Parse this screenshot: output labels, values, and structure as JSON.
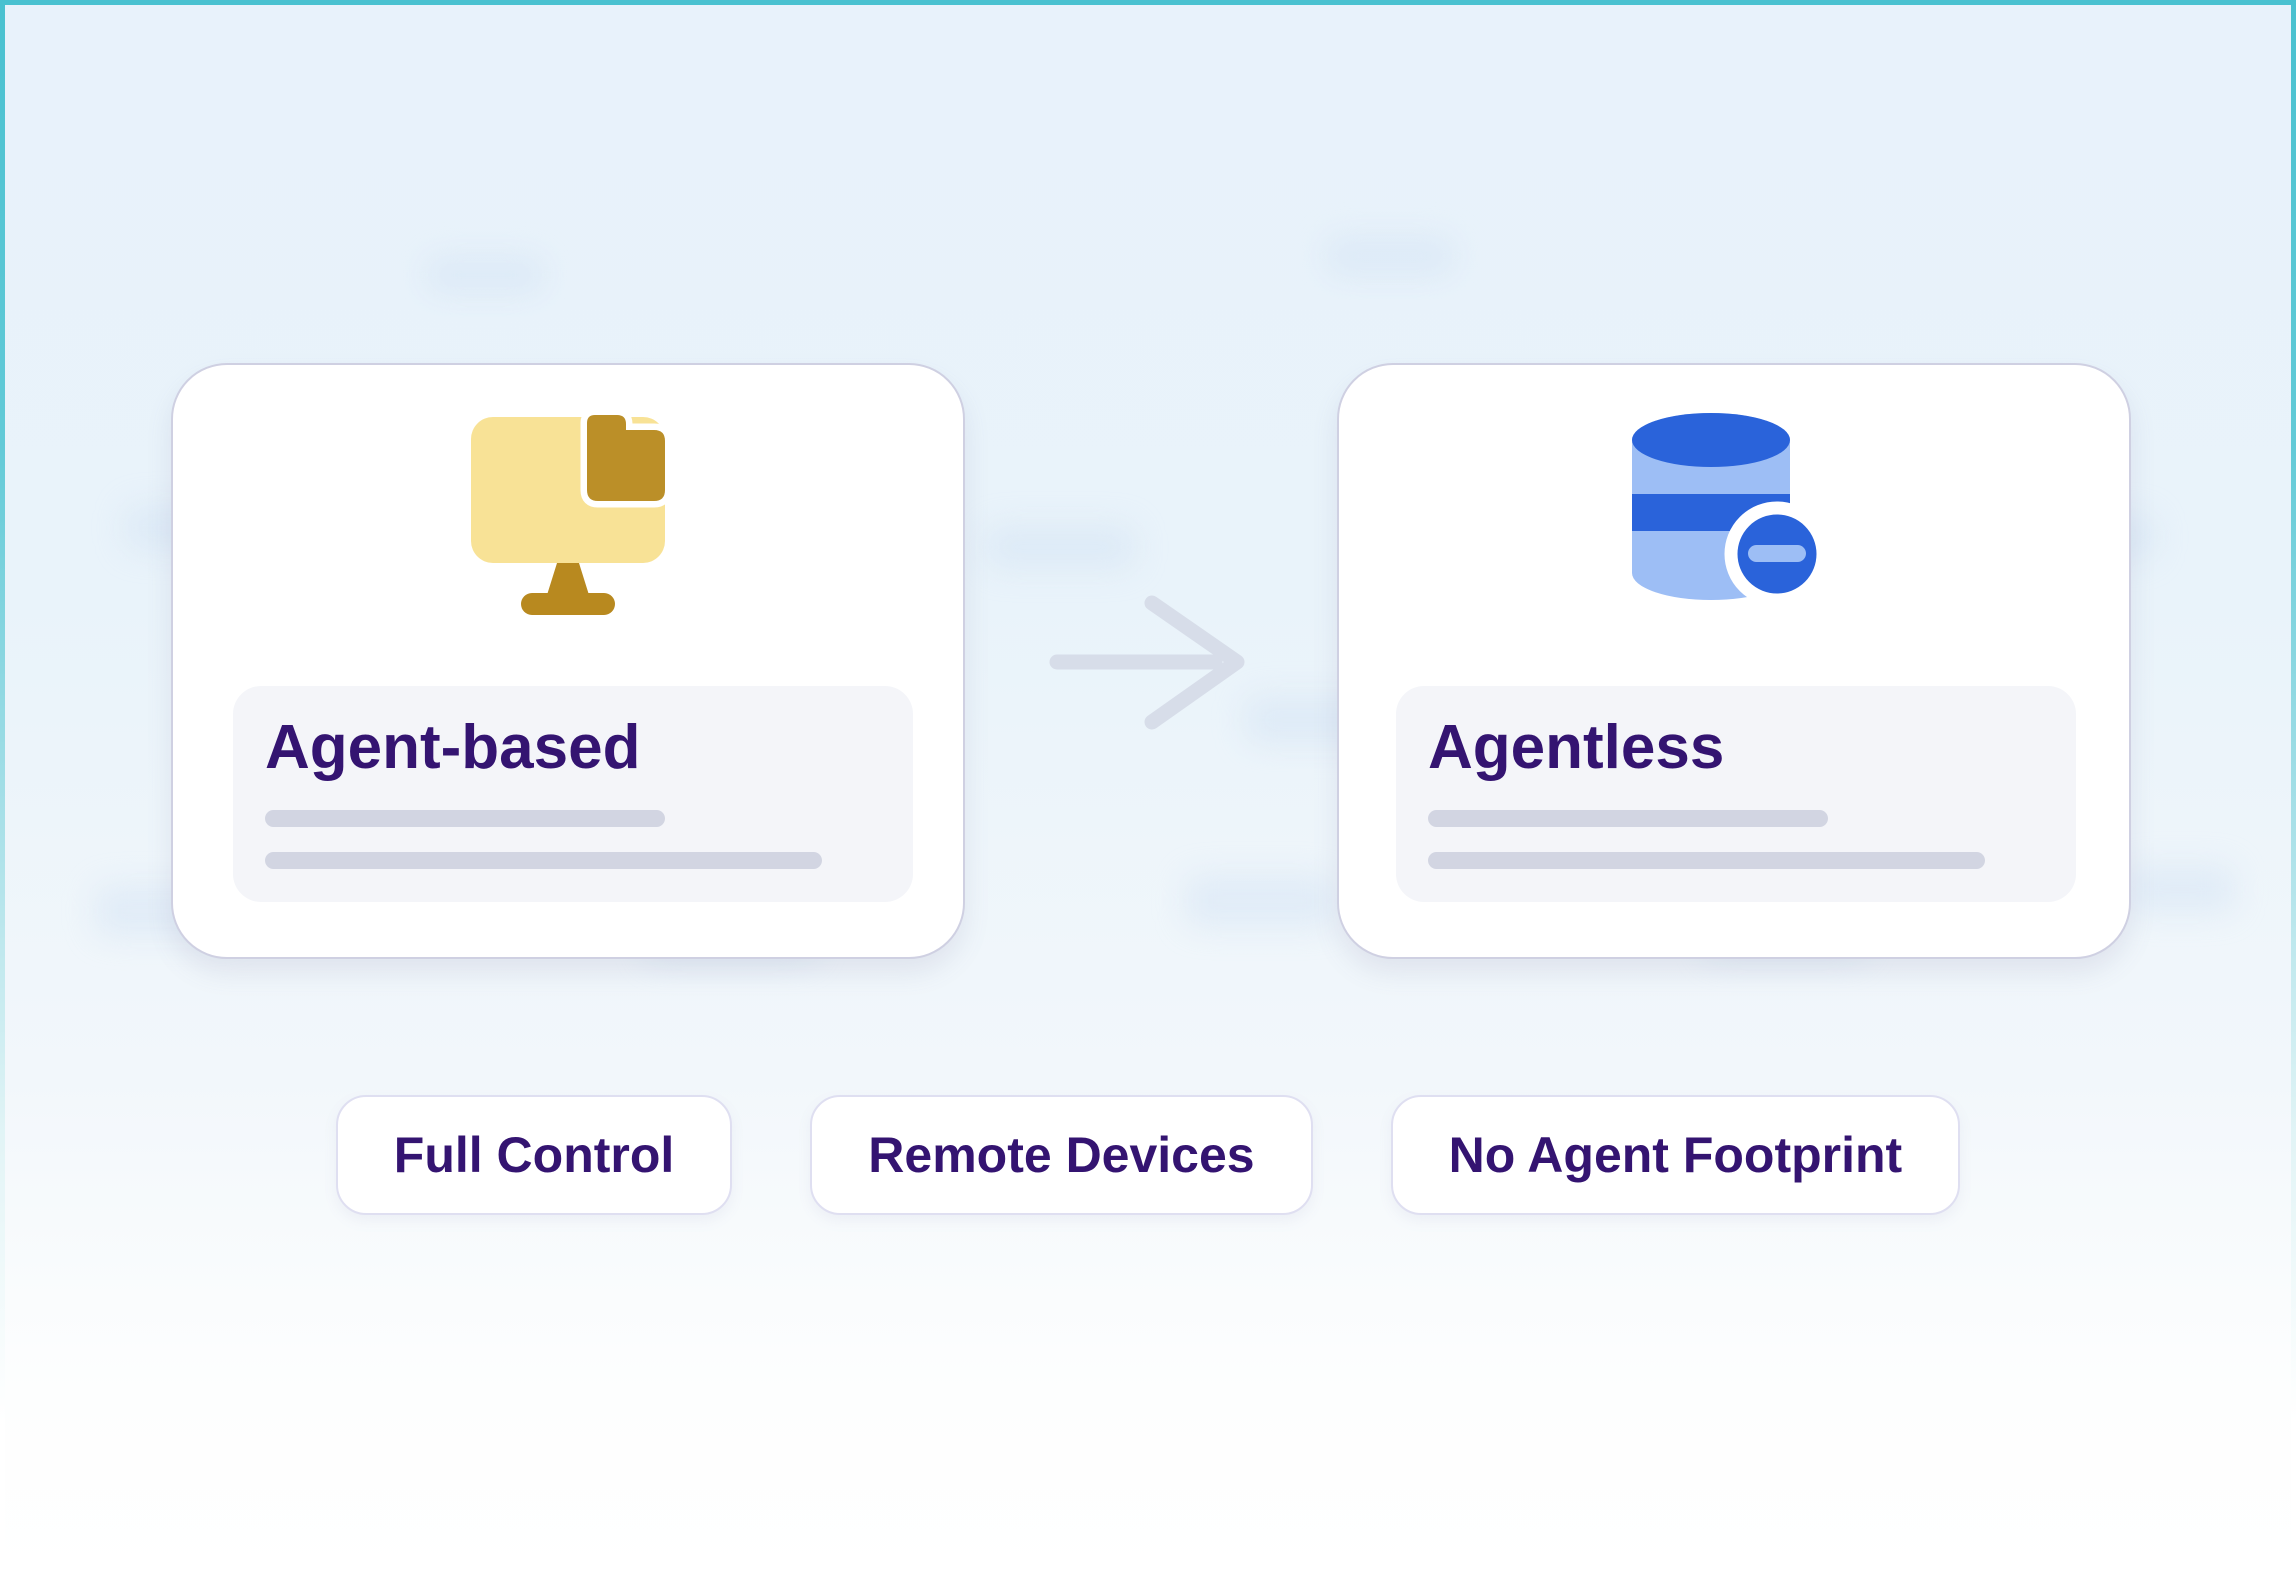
{
  "frame": {
    "accent_color": "#49c1d0"
  },
  "cards": [
    {
      "title": "Agent-based",
      "icon": "monitor-folder-icon"
    },
    {
      "title": "Agentless",
      "icon": "database-minus-icon"
    }
  ],
  "arrow": {
    "icon": "right-arrow-icon",
    "direction": "right"
  },
  "pills": [
    {
      "label": "Full Control"
    },
    {
      "label": "Remote Devices"
    },
    {
      "label": "No Agent Footprint"
    }
  ],
  "colors": {
    "title_text": "#341471",
    "pill_text": "#341471",
    "accent_teal": "#49c1d0",
    "monitor_yellow": "#f8e296",
    "folder_gold": "#bb8f28",
    "stand_gold": "#b8891f",
    "db_dark_blue": "#2a63da",
    "db_light_blue": "#9dbef5",
    "skeleton_gray": "#d2d5e2",
    "arrow_gray": "#d7dde9",
    "card_border": "#cfd0e2",
    "panel_bg": "#f4f5f9"
  }
}
